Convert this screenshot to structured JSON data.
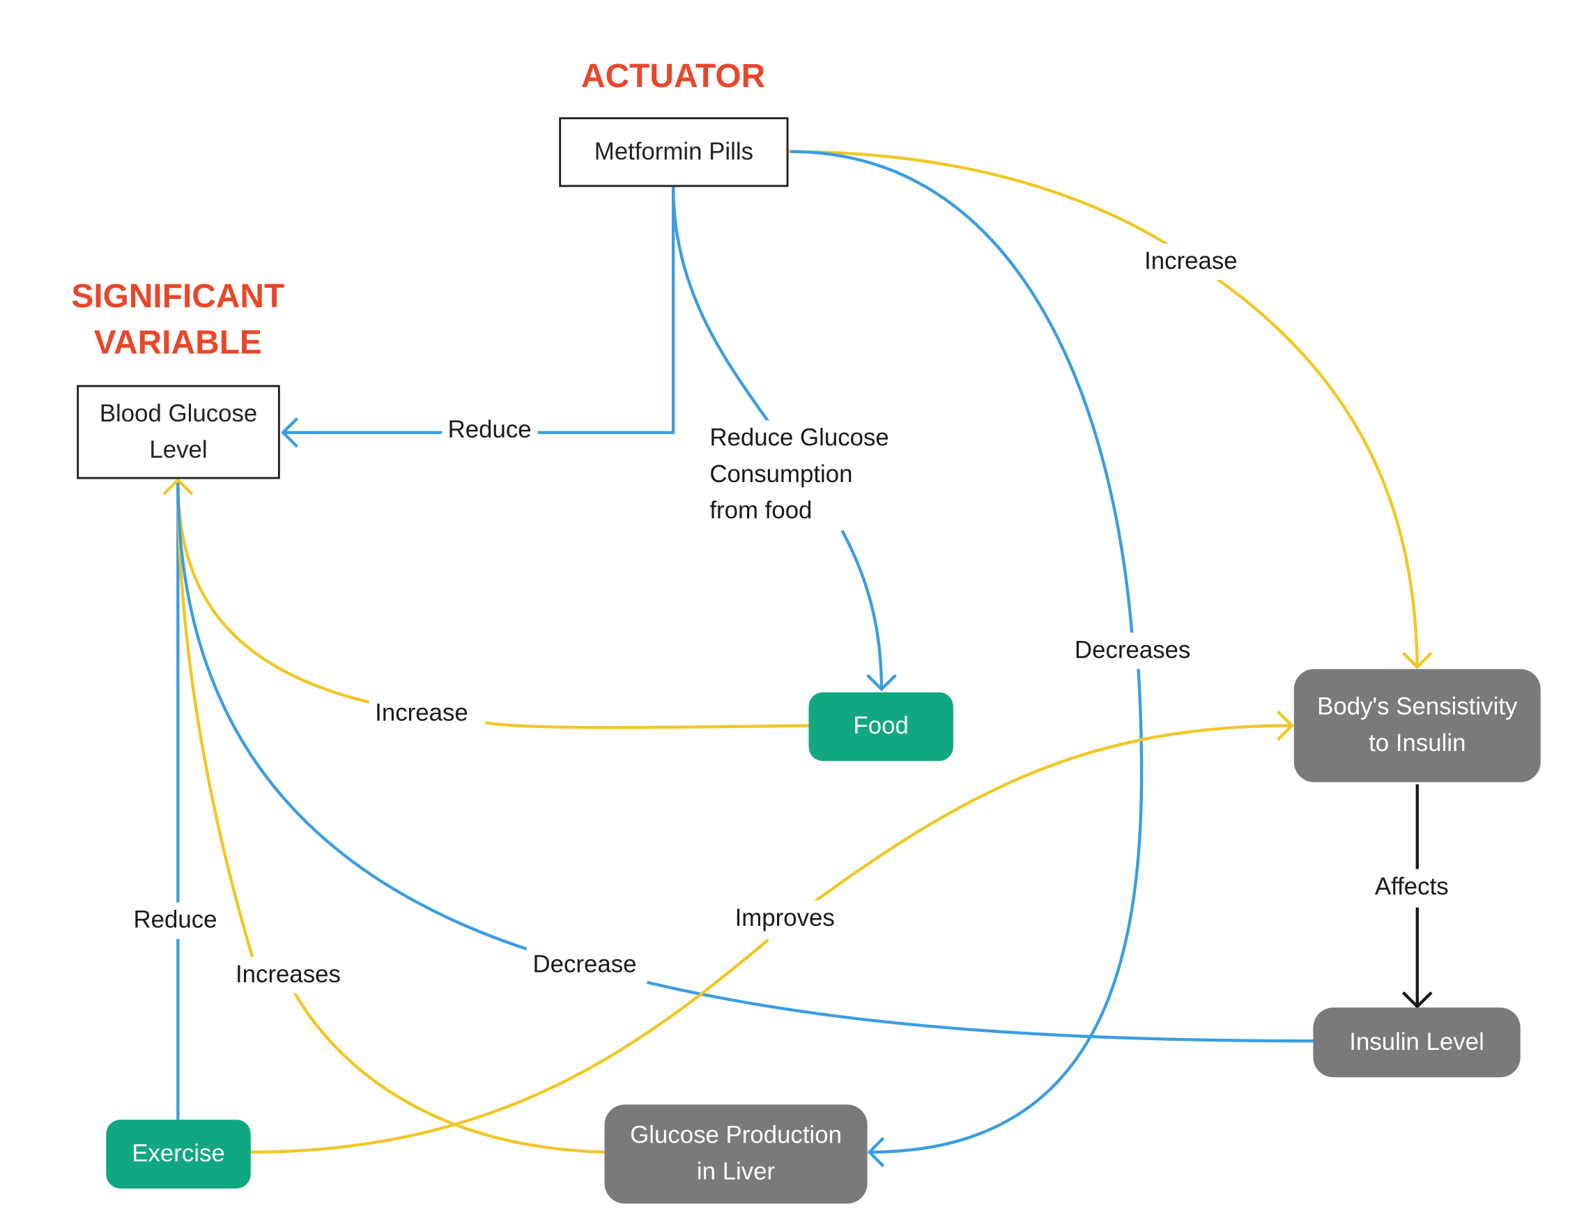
{
  "titles": {
    "actuator": "ACTUATOR",
    "significant_variable": "SIGNIFICANT\nVARIABLE"
  },
  "nodes": {
    "metformin_pills": "Metformin Pills",
    "blood_glucose_level": "Blood Glucose\nLevel",
    "food": "Food",
    "exercise": "Exercise",
    "glucose_production_in_liver": "Glucose Production\nin Liver",
    "body_sensitivity_to_insulin": "Body's Sensistivity\nto Insulin",
    "insulin_level": "Insulin Level"
  },
  "edges": {
    "metformin_to_blood_glucose": "Reduce",
    "metformin_to_food": "Reduce Glucose\nConsumption\nfrom food",
    "metformin_to_sensitivity": "Increase",
    "metformin_to_liver": "Decreases",
    "food_to_blood_glucose": "Increase",
    "exercise_to_blood_glucose": "Reduce",
    "liver_to_blood_glucose": "Increases",
    "insulin_to_blood_glucose": "Decrease",
    "exercise_to_sensitivity": "Improves",
    "sensitivity_to_insulin": "Affects"
  },
  "colors": {
    "title_red": "#e8472b",
    "arrow_blue": "#3a9de2",
    "arrow_yellow": "#f2c624",
    "node_green": "#0fa882",
    "node_gray": "#7a7a7a"
  }
}
